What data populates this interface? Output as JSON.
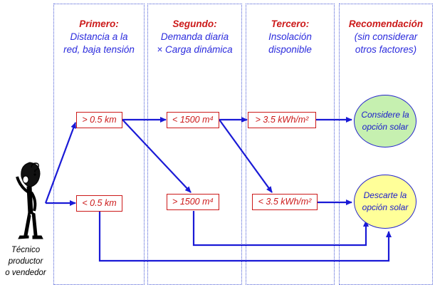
{
  "columns": [
    {
      "title": "Primero:",
      "subtitle1": "Distancia a la",
      "subtitle2": "red, baja tensión"
    },
    {
      "title": "Segundo:",
      "subtitle1": "Demanda diaria",
      "subtitle2": "× Carga dinámica"
    },
    {
      "title": "Tercero:",
      "subtitle1": "Insolación",
      "subtitle2": "disponible"
    },
    {
      "title": "Recomendación",
      "subtitle1": "(sin considerar",
      "subtitle2": "otros factores)"
    }
  ],
  "boxes": {
    "dist_high": "> 0.5 km",
    "dist_low": "< 0.5 km",
    "demand_low": "< 1500 m⁴",
    "demand_high": "> 1500 m⁴",
    "insol_high": "> 3.5 kWh/m²",
    "insol_low": "< 3.5 kWh/m²"
  },
  "recommendations": {
    "consider_line1": "Considere la",
    "consider_line2": "opción solar",
    "discard_line1": "Descarte la",
    "discard_line2": "opción solar"
  },
  "actor": {
    "line1": "Técnico",
    "line2": "productor",
    "line3": "o vendedor"
  },
  "colors": {
    "arrow": "#1a1ad6",
    "box_border": "#cc1a1a",
    "title": "#cc1a1a",
    "subtitle": "#2b2bdd",
    "consider_fill": "#c6f0b0",
    "discard_fill": "#ffff99"
  },
  "icons": [
    "thinking-person-icon",
    "question-mark-icon"
  ]
}
